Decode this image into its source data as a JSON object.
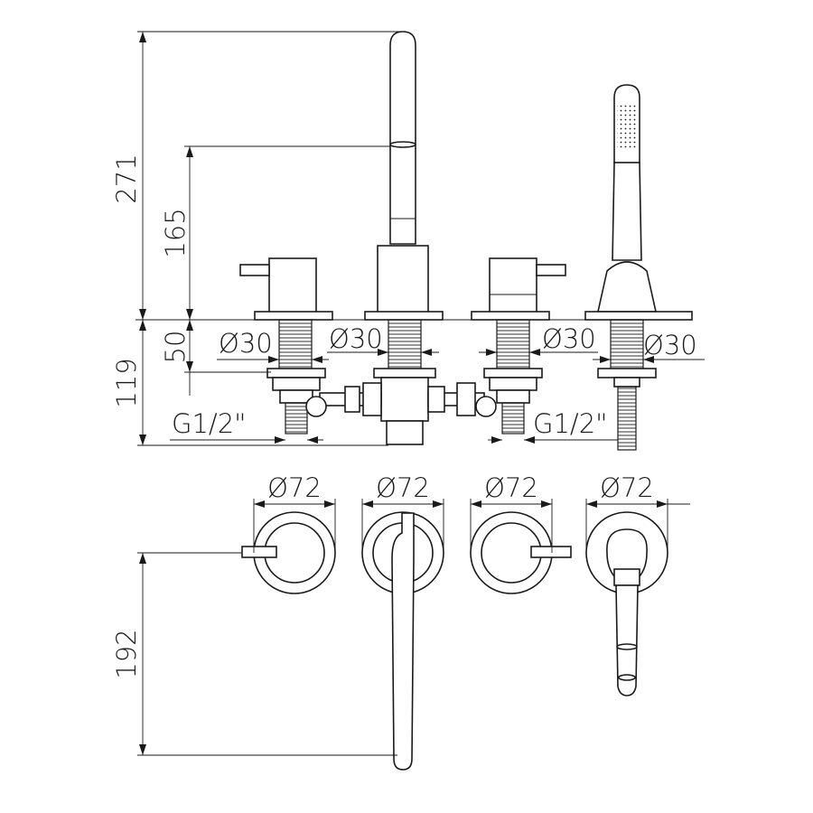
{
  "dimensions": {
    "total_height": "271",
    "spout_height": "165",
    "below_deck_height": "119",
    "shank_length": "50",
    "shank_diameter_1": "Ø30",
    "shank_diameter_2": "Ø30",
    "shank_diameter_3": "Ø30",
    "shank_diameter_4": "Ø30",
    "connection_left": "G1/2\"",
    "connection_right": "G1/2\"",
    "flange_diameter_1": "Ø72",
    "flange_diameter_2": "Ø72",
    "flange_diameter_3": "Ø72",
    "flange_diameter_4": "Ø72",
    "spout_projection": "192"
  }
}
